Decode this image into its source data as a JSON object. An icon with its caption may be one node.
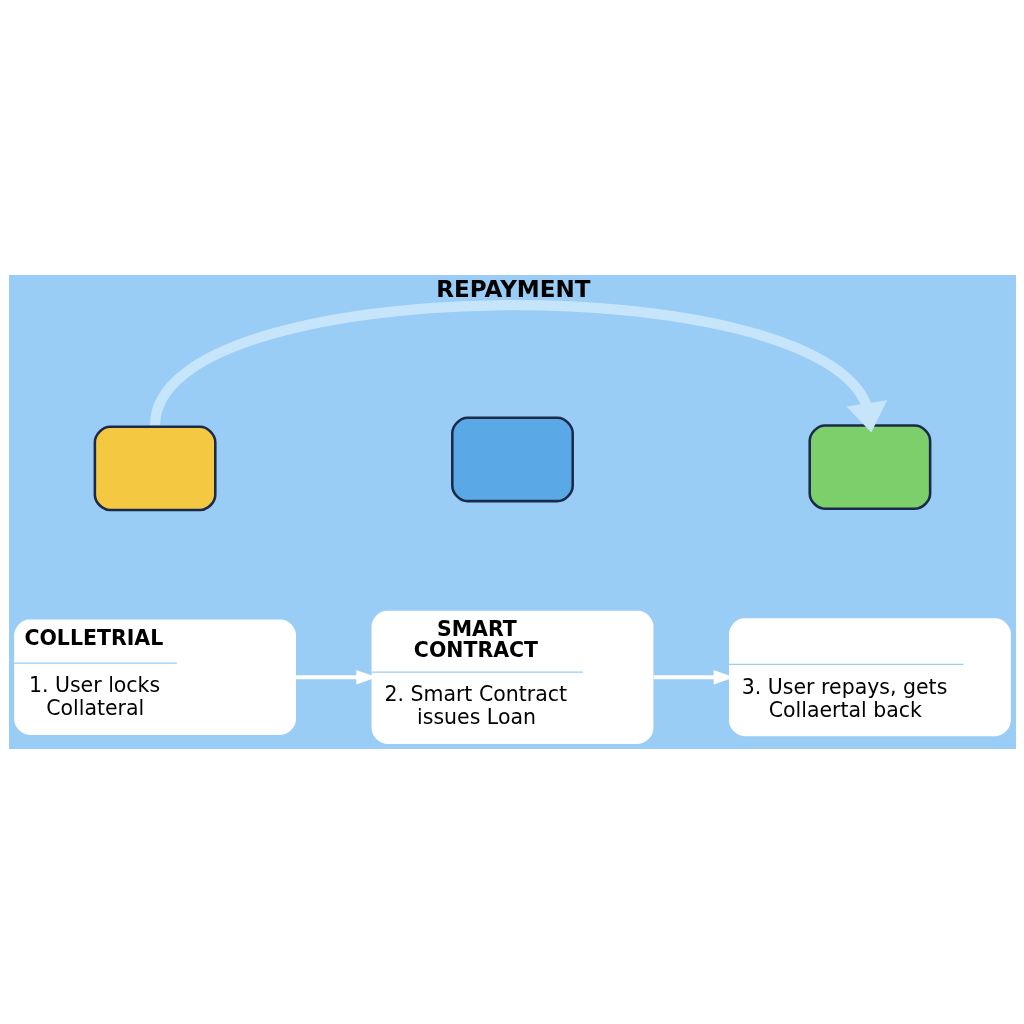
{
  "diagram": {
    "nodes": [
      {
        "text": [],
        "shape": "box"
      },
      {
        "text": [
          "COLLETRIAL",
          "1. User locks Collateral"
        ]
      },
      {
        "text": [],
        "shape": "box"
      },
      {
        "text": [
          "SMART CONTRACT",
          "2. Smart Contract issues Loan"
        ]
      },
      {
        "text": [],
        "shape": "box"
      },
      {
        "text": [
          "3. User repays, gets Collaertal back"
        ]
      }
    ],
    "edges": [
      {
        "from": 1,
        "to": 3,
        "arrow": "to",
        "color": "#ffffff"
      },
      {
        "from": 3,
        "to": 5,
        "arrow": "to",
        "color": "#ffffff"
      },
      {
        "from": 0,
        "to": 4,
        "arrow": "to",
        "label": "REPAYMENT",
        "style": "thick",
        "color": "#c6e5fb"
      }
    ]
  }
}
